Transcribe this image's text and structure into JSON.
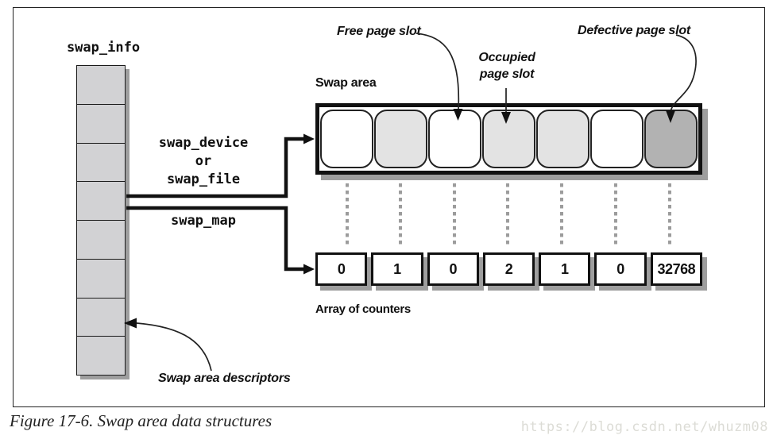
{
  "labels": {
    "swap_info": "swap_info",
    "swap_device": "swap_device",
    "or": "or",
    "swap_file": "swap_file",
    "swap_map": "swap_map",
    "swap_area": "Swap area",
    "free_page_slot": "Free page slot",
    "occupied_line1": "Occupied",
    "occupied_line2": "page slot",
    "defective_page_slot": "Defective page slot",
    "swap_area_descriptors": "Swap area descriptors",
    "array_of_counters": "Array of counters"
  },
  "swap_info_array": {
    "cell_count": 8
  },
  "swap_area": {
    "slots": [
      "free",
      "occupied",
      "free",
      "occupied",
      "occupied",
      "free",
      "defective"
    ]
  },
  "counters": {
    "values": [
      "0",
      "1",
      "0",
      "2",
      "1",
      "0",
      "32768"
    ]
  },
  "colors": {
    "slot_free": "#ffffff",
    "slot_occupied": "#e3e3e3",
    "slot_defective": "#b2b2b2",
    "array_fill": "#d2d2d4",
    "shadow": "#9e9e9e",
    "line_black": "#111111",
    "dashed_gray": "#9c9c9c",
    "watermark_gray": "#dcdcd6"
  },
  "caption": "Figure 17-6. Swap area data structures",
  "watermark": "https://blog.csdn.net/whuzm08"
}
